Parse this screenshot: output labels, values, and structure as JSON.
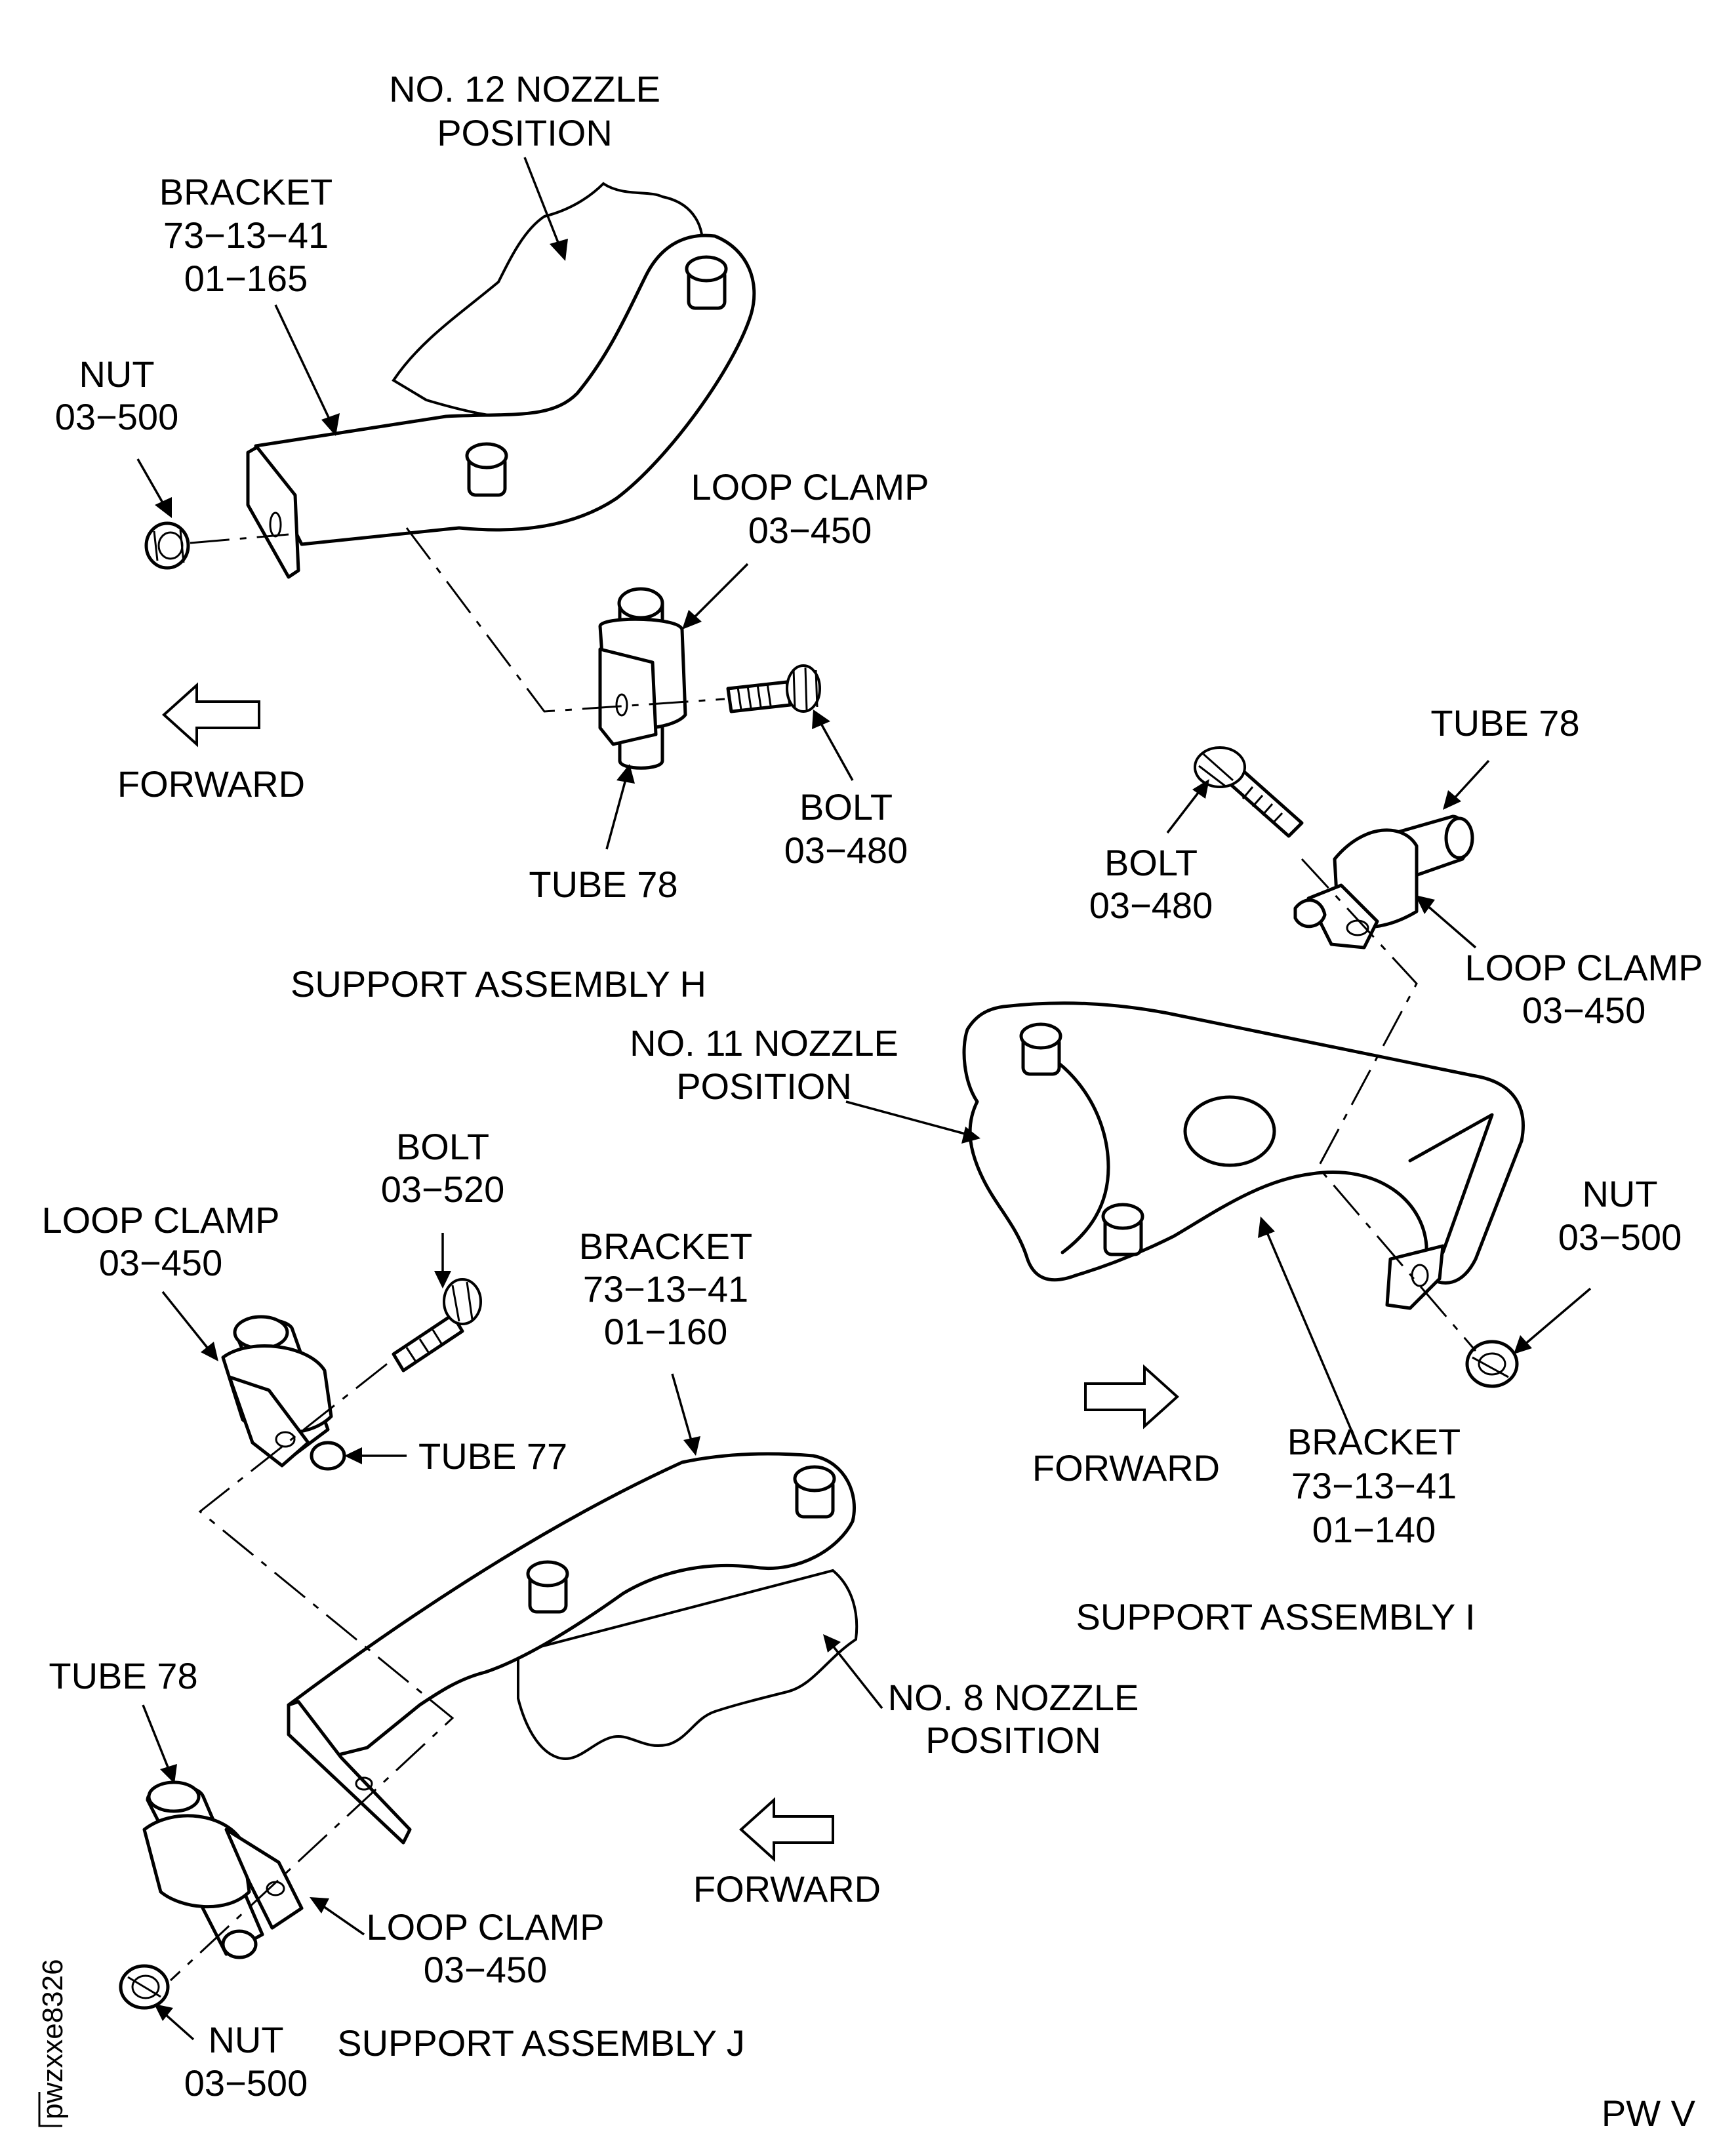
{
  "assembly_h": {
    "caption": "SUPPORT ASSEMBLY H",
    "nozzle": [
      "NO. 12 NOZZLE",
      "POSITION"
    ],
    "bracket": [
      "BRACKET",
      "73−13−41",
      "01−165"
    ],
    "nut": [
      "NUT",
      "03−500"
    ],
    "loop_clamp": [
      "LOOP CLAMP",
      "03−450"
    ],
    "bolt": [
      "BOLT",
      "03−480"
    ],
    "tube": "TUBE 78",
    "forward": "FORWARD"
  },
  "assembly_i": {
    "caption": "SUPPORT ASSEMBLY I",
    "tube": "TUBE 78",
    "bolt": [
      "BOLT",
      "03−480"
    ],
    "loop_clamp": [
      "LOOP CLAMP",
      "03−450"
    ],
    "nozzle": [
      "NO. 11 NOZZLE",
      "POSITION"
    ],
    "nut": [
      "NUT",
      "03−500"
    ],
    "bracket": [
      "BRACKET",
      "73−13−41",
      "01−140"
    ],
    "forward": "FORWARD"
  },
  "assembly_j": {
    "caption": "SUPPORT ASSEMBLY J",
    "bolt": [
      "BOLT",
      "03−520"
    ],
    "loop_clamp_top": [
      "LOOP CLAMP",
      "03−450"
    ],
    "bracket": [
      "BRACKET",
      "73−13−41",
      "01−160"
    ],
    "tube_77": "TUBE 77",
    "tube_78": "TUBE 78",
    "nozzle": [
      "NO. 8 NOZZLE",
      "POSITION"
    ],
    "loop_clamp_bottom": [
      "LOOP CLAMP",
      "03−450"
    ],
    "nut": [
      "NUT",
      "03−500"
    ],
    "forward": "FORWARD"
  },
  "footer": {
    "figure_id": "pwzxxe8326",
    "code": "PW V"
  }
}
